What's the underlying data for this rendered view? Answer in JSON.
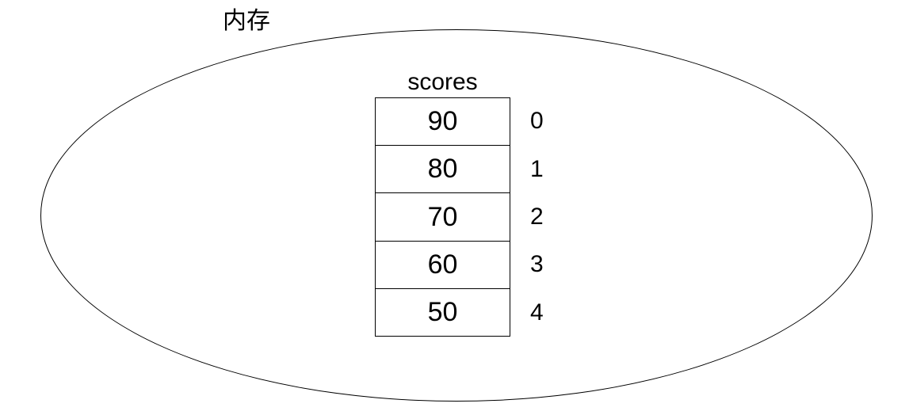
{
  "diagram": {
    "memory_label": "内存",
    "array": {
      "name": "scores",
      "cells": [
        {
          "value": "90",
          "index": "0"
        },
        {
          "value": "80",
          "index": "1"
        },
        {
          "value": "70",
          "index": "2"
        },
        {
          "value": "60",
          "index": "3"
        },
        {
          "value": "50",
          "index": "4"
        }
      ]
    },
    "colors": {
      "line": "#000000",
      "text": "#000000",
      "background": "#ffffff"
    }
  }
}
